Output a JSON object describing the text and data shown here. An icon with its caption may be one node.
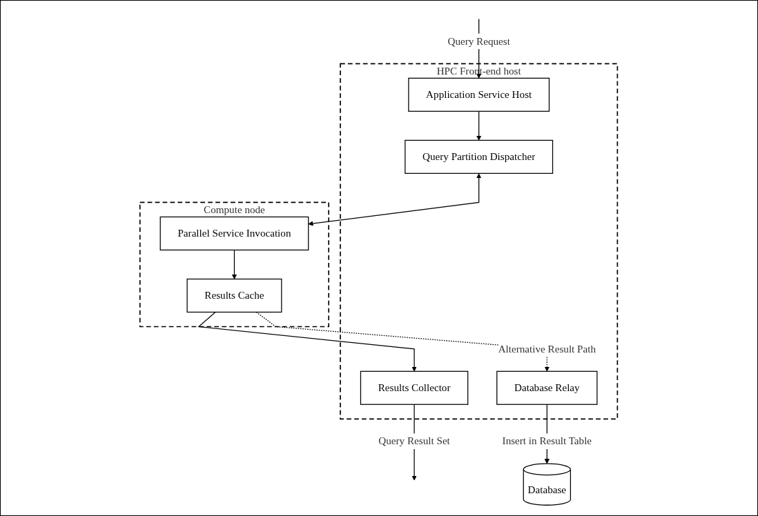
{
  "diagram": {
    "nodes": [
      {
        "text": [
          "HPC Front-end host"
        ]
      },
      {
        "text": [
          "Application Service Host"
        ],
        "in": 0
      },
      {
        "text": [
          "Query Partition Dispatcher"
        ],
        "in": 0
      },
      {
        "text": [
          "Results Collector"
        ],
        "in": 0
      },
      {
        "text": [
          "Database Relay"
        ],
        "in": 0
      },
      {
        "text": [
          "Compute node"
        ]
      },
      {
        "text": [
          "Parallel Service Invocation"
        ],
        "in": 5
      },
      {
        "text": [
          "Results Cache"
        ],
        "in": 5
      },
      {
        "text": [
          "Database"
        ]
      }
    ],
    "edges": [
      {
        "from": null,
        "to": 1,
        "arrow": "to",
        "label": "Query Request"
      },
      {
        "from": 1,
        "to": 2,
        "arrow": "to"
      },
      {
        "from": 2,
        "to": 6,
        "arrow": "both"
      },
      {
        "from": 6,
        "to": 7,
        "arrow": "to"
      },
      {
        "from": 7,
        "to": 3,
        "arrow": "to"
      },
      {
        "from": 3,
        "to": null,
        "arrow": "to",
        "label": "Query Result Set"
      },
      {
        "from": 7,
        "to": 4,
        "arrow": "to",
        "style": "dashed",
        "label": "Alternative Result Path"
      },
      {
        "from": 4,
        "to": 8,
        "arrow": "to",
        "label": "Insert in Result Table"
      }
    ]
  }
}
